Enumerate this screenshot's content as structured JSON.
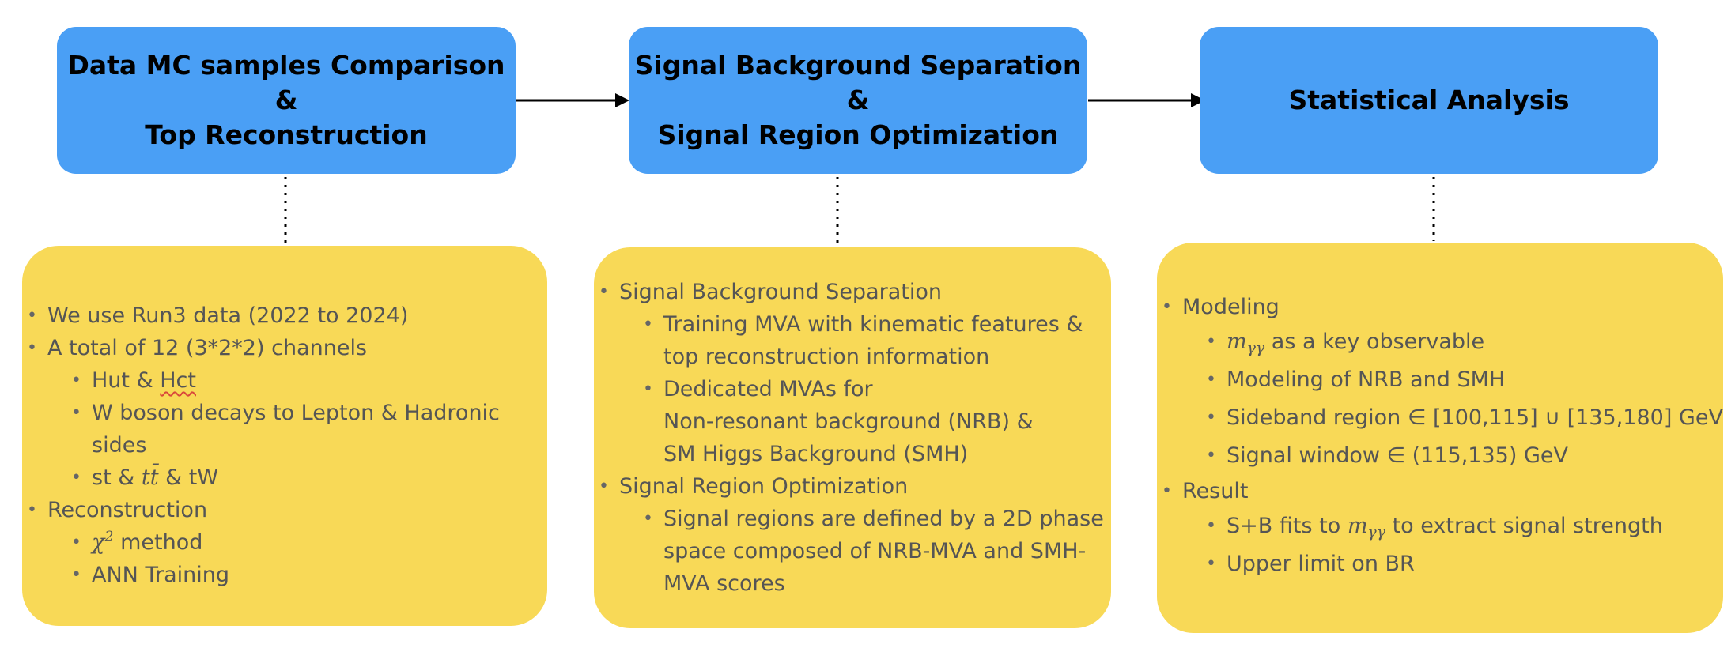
{
  "colors": {
    "header_fill": "#4a9ff5",
    "panel_fill": "#f8d957",
    "text_header": "#000000",
    "text_panel": "#555555",
    "arrow": "#000000"
  },
  "headers": [
    {
      "lines": [
        "Data MC samples Comparison",
        "&",
        "Top Reconstruction"
      ]
    },
    {
      "lines": [
        "Signal Background Separation",
        "&",
        "Signal Region Optimization"
      ]
    },
    {
      "lines": [
        "Statistical Analysis"
      ]
    }
  ],
  "panels": [
    {
      "items": [
        {
          "level": 1,
          "lines": [
            "We use Run3 data (2022 to 2024)"
          ]
        },
        {
          "level": 1,
          "lines": [
            "A total of 12 (3*2*2) channels"
          ]
        },
        {
          "level": 2,
          "text_a": "Hut & ",
          "text_b": "Hct"
        },
        {
          "level": 2,
          "lines": [
            "W boson decays to Lepton & Hadronic sides"
          ]
        },
        {
          "level": 2,
          "text_a": "st & ",
          "math": "tt̄",
          "text_b": " & tW"
        },
        {
          "level": 1,
          "lines": [
            "Reconstruction"
          ]
        },
        {
          "level": 2,
          "math": "χ",
          "sup": "2",
          "text_b": " method"
        },
        {
          "level": 2,
          "lines": [
            "ANN Training"
          ]
        }
      ]
    },
    {
      "items": [
        {
          "level": 1,
          "lines": [
            "Signal Background Separation"
          ]
        },
        {
          "level": 2,
          "lines": [
            "Training MVA with kinematic features &",
            "top reconstruction information"
          ]
        },
        {
          "level": 2,
          "lines": [
            "Dedicated MVAs for",
            "Non-resonant background (NRB) &",
            "SM Higgs Background (SMH)"
          ]
        },
        {
          "level": 1,
          "lines": [
            "Signal Region Optimization"
          ]
        },
        {
          "level": 2,
          "lines": [
            "Signal regions are defined by a 2D phase",
            "space composed of NRB-MVA and SMH-",
            "MVA scores"
          ]
        }
      ]
    },
    {
      "items": [
        {
          "level": 1,
          "lines": [
            "Modeling"
          ]
        },
        {
          "level": 2,
          "math": "m",
          "sub": "γγ",
          "text_b": " as a key observable"
        },
        {
          "level": 2,
          "lines": [
            "Modeling of NRB and SMH"
          ]
        },
        {
          "level": 2,
          "lines": [
            "Sideband region ∈ [100,115] ∪ [135,180] GeV"
          ]
        },
        {
          "level": 2,
          "lines": [
            "Signal window ∈ (115,135) GeV"
          ]
        },
        {
          "level": 1,
          "lines": [
            "Result"
          ]
        },
        {
          "level": 2,
          "text_a": "S+B fits to ",
          "math": "m",
          "sub": "γγ",
          "text_b": " to extract signal strength"
        },
        {
          "level": 2,
          "lines": [
            "Upper limit on BR"
          ]
        }
      ]
    }
  ]
}
